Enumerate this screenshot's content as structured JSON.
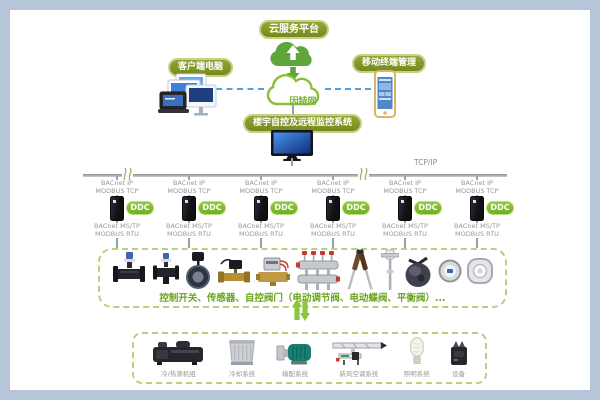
{
  "header": {
    "cloud_platform": "云服务平台",
    "client_pc": "客户端电脑",
    "mobile_management": "移动终端管理",
    "internet": "因特网",
    "bms_system": "楼宇自控及远程监控系统"
  },
  "bus": {
    "tcp_ip": "TCP/IP",
    "ip_protocol": [
      "BACnet IP",
      "MODBUS TCP"
    ],
    "serial_protocol": [
      "BACnet MS/TP",
      "MODBUS RTU"
    ],
    "controller": "DDC",
    "controller_count": 6
  },
  "field_devices": {
    "caption": "控制开关、传感器、自控阀门（电动调节阀、电动蝶阀、平衡阀）...",
    "icons": [
      "two-way-valve",
      "three-way-valve",
      "butterfly-valve",
      "ball-valve",
      "solenoid-valve",
      "manifold",
      "probe-sensors",
      "insertion-sensor",
      "damper-actuator",
      "pressure-gauge",
      "round-sensor"
    ]
  },
  "subsystems": {
    "items": [
      {
        "icon": "chiller-icon",
        "label": "冷/热源机组"
      },
      {
        "icon": "cooling-tower-icon",
        "label": "冷却系统"
      },
      {
        "icon": "pump-icon",
        "label": "输配系统"
      },
      {
        "icon": "air-duct-icon",
        "label": "新风空调系统"
      },
      {
        "icon": "bulb-icon",
        "label": "照明系统"
      },
      {
        "icon": "device-icon",
        "label": "设备"
      }
    ]
  },
  "colors": {
    "frame_blue": "#b7c5d9",
    "pill_green": "#7e9223",
    "ddc_green": "#7bba2c",
    "dashed_border_green": "#bccf7d",
    "caption_green": "#69a41f",
    "bus_gray": "#9aa0a8",
    "protocol_text_gray": "#979797",
    "link_blue": "#4fa0dd",
    "cloud_green": "#5ea63b"
  }
}
